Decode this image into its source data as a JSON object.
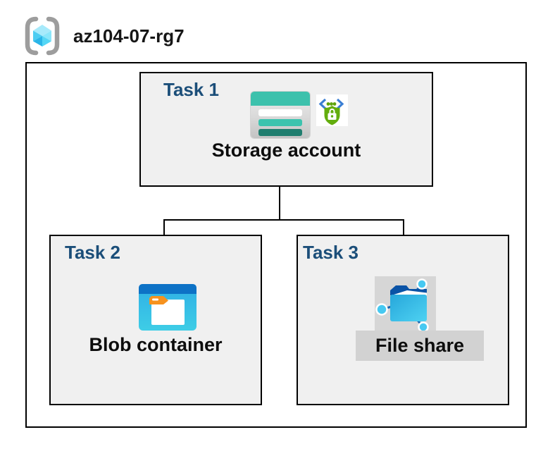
{
  "header": {
    "resource_group_name": "az104-07-rg7",
    "icon": "resource-group-icon"
  },
  "diagram": {
    "tasks": [
      {
        "label": "Task 1",
        "node": "Storage account",
        "icons": [
          "storage-account-icon",
          "secure-endpoint-icon"
        ]
      },
      {
        "label": "Task 2",
        "node": "Blob container",
        "icons": [
          "blob-container-icon"
        ]
      },
      {
        "label": "Task 3",
        "node": "File share",
        "icons": [
          "file-share-icon"
        ]
      }
    ],
    "connections": [
      {
        "from": "Storage account",
        "to": "Blob container"
      },
      {
        "from": "Storage account",
        "to": "File share"
      }
    ]
  },
  "colors": {
    "task_label_navy": "#1b4e79",
    "box_fill_gray": "#f0f0f0",
    "box_border": "#000000",
    "connector": "#000000",
    "selection_gray": "#d2d2d2",
    "storage_teal": "#3cc1ac",
    "storage_teal_dark": "#207e6f",
    "blob_top_blue": "#0d72c6",
    "blob_body_cyan": "#35bce6",
    "fileshare_flap_blue": "#0a53a6",
    "fileshare_body_cyan": "#3dc3ea",
    "secure_green": "#63ad0d",
    "secure_bracket_blue": "#3b7fd4",
    "rg_cube_cyan": "#55d5f5",
    "rg_bracket_gray": "#9d9d9d"
  }
}
